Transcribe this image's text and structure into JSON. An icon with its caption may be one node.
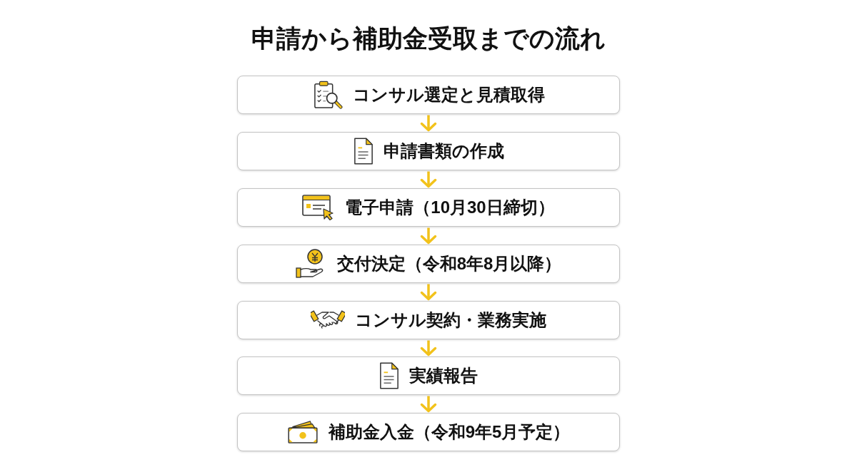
{
  "diagram": {
    "title": "申請から補助金受取までの流れ",
    "nodes": [
      {
        "text": [
          "コンサル選定と見積取得"
        ]
      },
      {
        "text": [
          "申請書類の作成"
        ]
      },
      {
        "text": [
          "電子申請（10月30日締切）"
        ]
      },
      {
        "text": [
          "交付決定（令和8年8月以降）"
        ]
      },
      {
        "text": [
          "コンサル契約・業務実施"
        ]
      },
      {
        "text": [
          "実績報告"
        ]
      },
      {
        "text": [
          "補助金入金（令和9年5月予定）"
        ]
      }
    ],
    "edges": [
      {
        "from": 0,
        "to": 1,
        "arrow": "to"
      },
      {
        "from": 1,
        "to": 2,
        "arrow": "to"
      },
      {
        "from": 2,
        "to": 3,
        "arrow": "to"
      },
      {
        "from": 3,
        "to": 4,
        "arrow": "to"
      },
      {
        "from": 4,
        "to": 5,
        "arrow": "to"
      },
      {
        "from": 5,
        "to": 6,
        "arrow": "to"
      }
    ]
  }
}
